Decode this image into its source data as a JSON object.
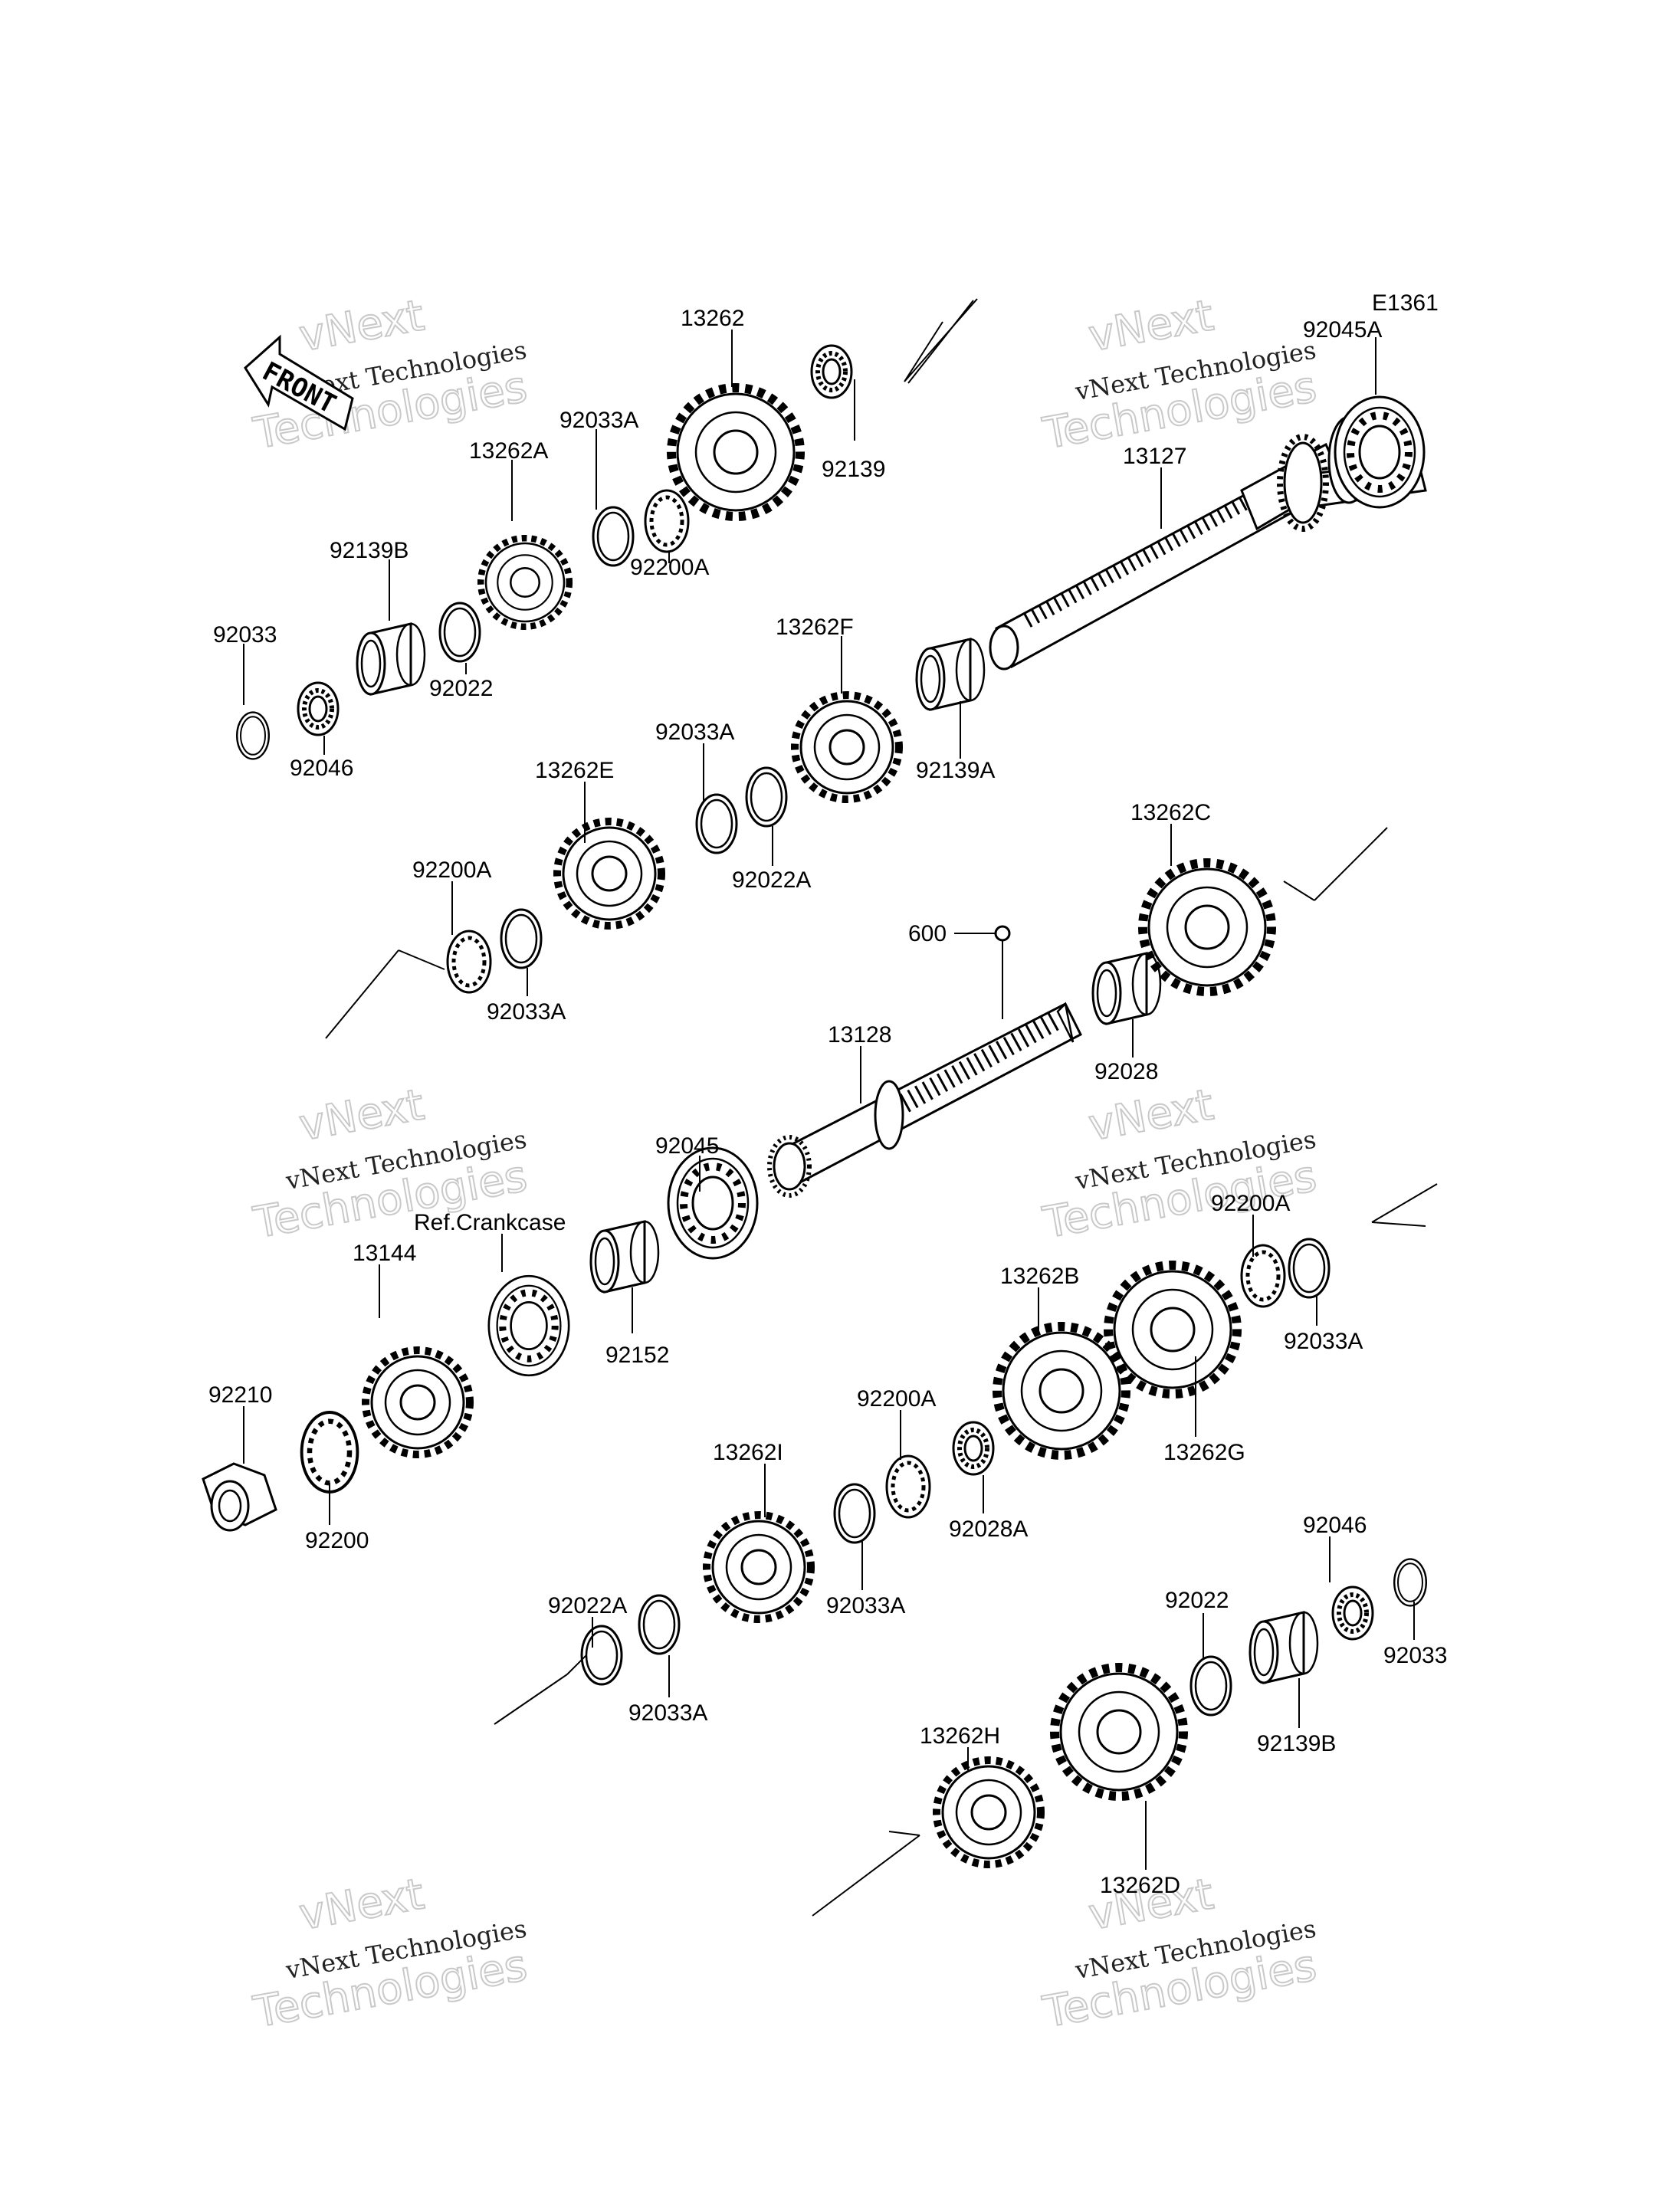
{
  "diagram_code": "E1361",
  "front_label": "FRONT",
  "reference_label": "Ref.Crankcase",
  "watermark": {
    "line1": "vNext Technologies",
    "line2": "Technologies",
    "line3": "vNext"
  },
  "part_labels": [
    "13262",
    "92139",
    "92045A",
    "13127",
    "92033A",
    "13262A",
    "92200A",
    "92139B",
    "92022",
    "92033",
    "92046",
    "13262F",
    "92139A",
    "92033A",
    "13262E",
    "92022A",
    "92200A",
    "92033A",
    "13262C",
    "600",
    "13128",
    "92028",
    "92045",
    "Ref.Crankcase",
    "13144",
    "92152",
    "92200A",
    "92033A",
    "13262B",
    "92210",
    "92200",
    "92200A",
    "13262I",
    "92028A",
    "92033A",
    "13262G",
    "92022A",
    "92033A",
    "92046",
    "92022",
    "92033",
    "92139B",
    "13262H",
    "13262D"
  ]
}
